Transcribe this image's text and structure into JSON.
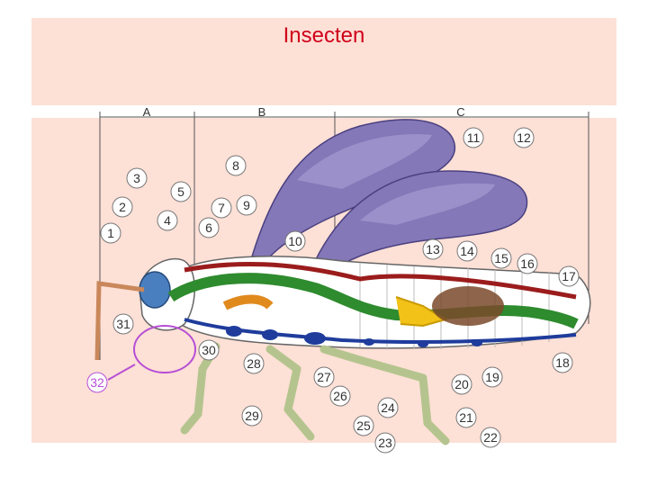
{
  "title": "Insecten",
  "sections": [
    "A",
    "B",
    "C"
  ],
  "labels": [
    "1",
    "2",
    "3",
    "4",
    "5",
    "6",
    "7",
    "8",
    "9",
    "10",
    "11",
    "12",
    "13",
    "14",
    "15",
    "16",
    "17",
    "18",
    "19",
    "20",
    "21",
    "22",
    "23",
    "24",
    "25",
    "26",
    "27",
    "28",
    "29",
    "30",
    "31",
    "32"
  ],
  "colors": {
    "title": "#d0021b",
    "background": "#fde0d6",
    "wing": "#8478b8",
    "gut_green": "#2e8b2e",
    "nerve_blue": "#1f3c9c",
    "vessel_red": "#9b1c1c",
    "leg": "#b5c48e",
    "highlight": "#b64fd6"
  }
}
